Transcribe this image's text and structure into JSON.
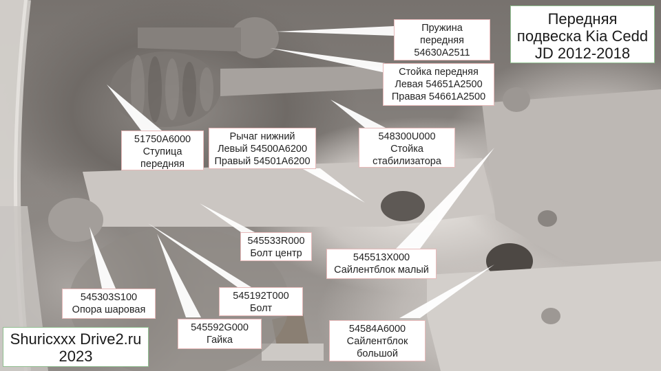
{
  "title": {
    "lines": [
      "Передняя",
      "подвеска Kia Cedd",
      "JD 2012-2018"
    ]
  },
  "credit": {
    "lines": [
      "Shuricxxx Drive2.ru",
      "2023"
    ]
  },
  "callouts": [
    {
      "id": "spring",
      "lines": [
        "Пружина",
        "передняя",
        "54630A2511"
      ]
    },
    {
      "id": "strut",
      "lines": [
        "Стойка передняя",
        "Левая 54651A2500",
        "Правая 54661A2500"
      ]
    },
    {
      "id": "hub",
      "lines": [
        "51750A6000",
        "Ступица",
        "передняя"
      ]
    },
    {
      "id": "lower-arm",
      "lines": [
        "Рычаг нижний",
        "Левый 54500A6200",
        "Правый 54501A6200"
      ]
    },
    {
      "id": "stabilizer-link",
      "lines": [
        "548300U000",
        "Стойка",
        "стабилизатора"
      ]
    },
    {
      "id": "center-bolt",
      "lines": [
        "545533R000",
        "Болт центр"
      ]
    },
    {
      "id": "small-bushing",
      "lines": [
        "545513X000",
        "Сайлентблок малый"
      ]
    },
    {
      "id": "ball-joint",
      "lines": [
        "545303S100",
        "Опора шаровая"
      ]
    },
    {
      "id": "bolt",
      "lines": [
        "545192T000",
        "Болт"
      ]
    },
    {
      "id": "nut",
      "lines": [
        "545592G000",
        "Гайка"
      ]
    },
    {
      "id": "large-bushing",
      "lines": [
        "54584A6000",
        "Сайлентблок",
        "большой"
      ]
    }
  ],
  "colors": {
    "callout_bg": "#ffffff",
    "callout_border": "#e8b9b9",
    "title_border": "#8fbf8f",
    "pointer": "#ffffff"
  }
}
